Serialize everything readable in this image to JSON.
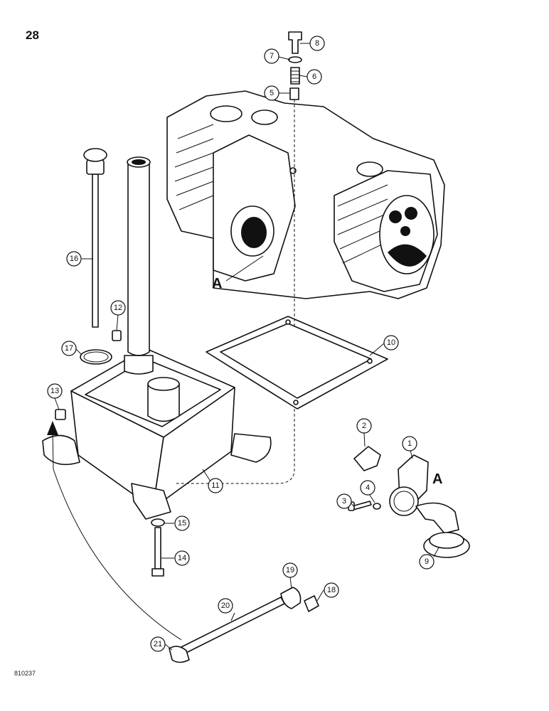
{
  "page": {
    "number": "28",
    "drawing_code": "810237"
  },
  "reference_letters": [
    "A",
    "A"
  ],
  "callouts": [
    "1",
    "2",
    "3",
    "4",
    "5",
    "6",
    "7",
    "8",
    "9",
    "10",
    "11",
    "12",
    "13",
    "14",
    "15",
    "16",
    "17",
    "18",
    "19",
    "20",
    "21"
  ]
}
